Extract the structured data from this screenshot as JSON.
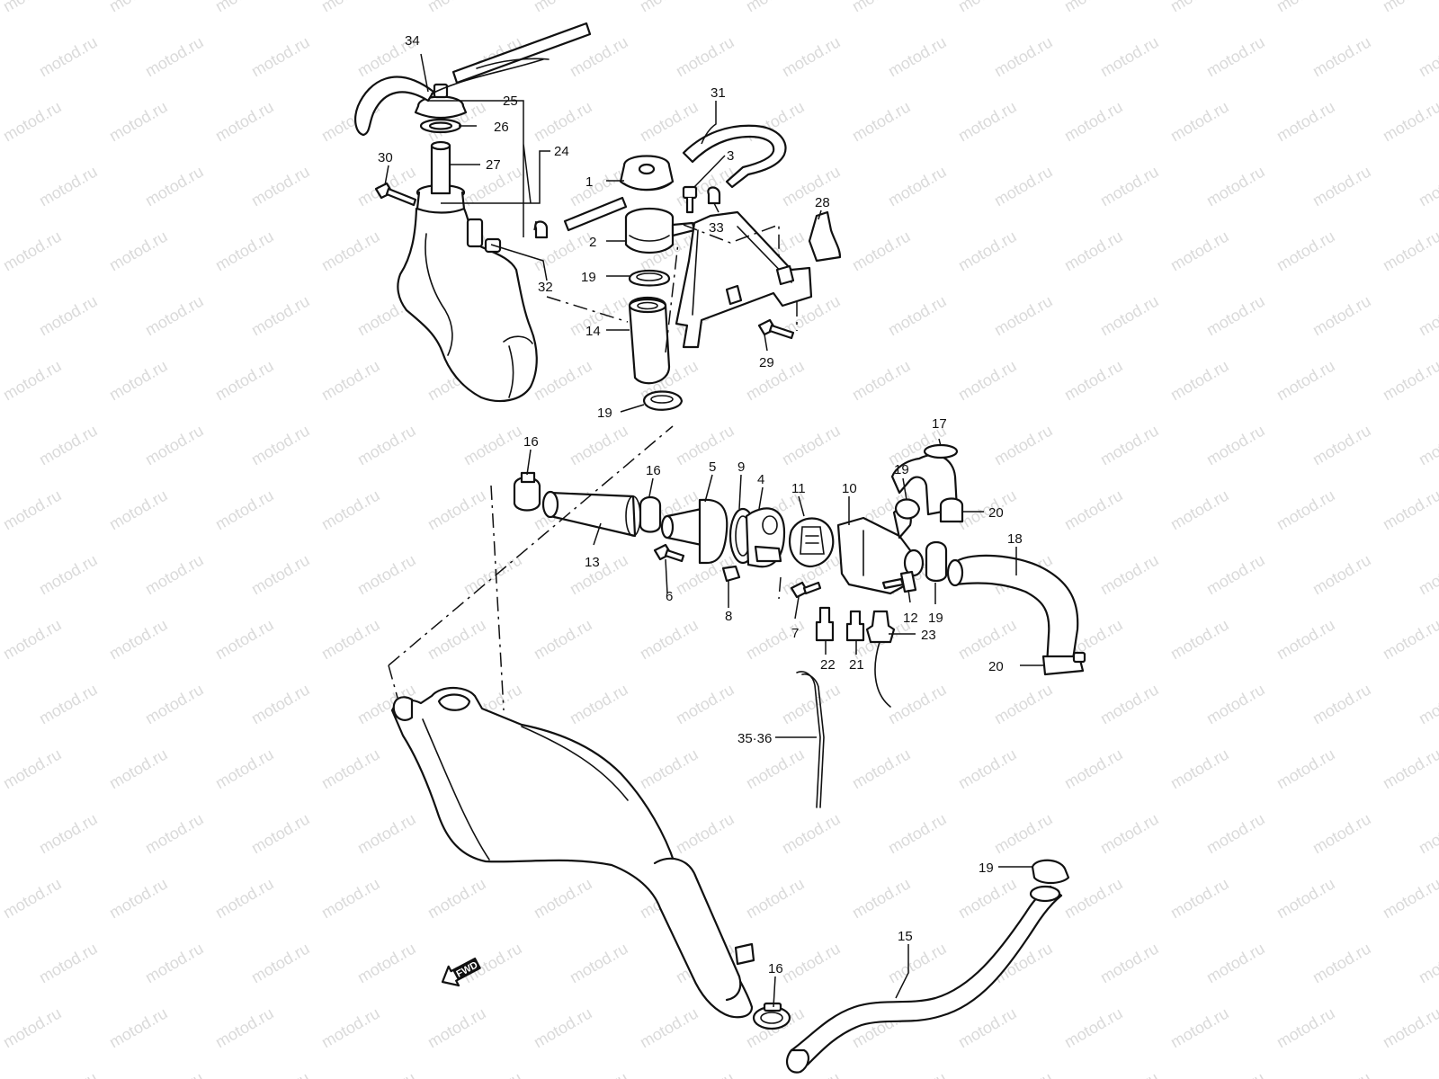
{
  "watermark": "motod.ru",
  "fwd_label": "FWD",
  "callouts": {
    "c1": "1",
    "c2": "2",
    "c3": "3",
    "c4": "4",
    "c5": "5",
    "c6": "6",
    "c7": "7",
    "c8": "8",
    "c9": "9",
    "c10": "10",
    "c11": "11",
    "c12": "12",
    "c13": "13",
    "c14": "14",
    "c15": "15",
    "c16a": "16",
    "c16b": "16",
    "c16c": "16",
    "c17": "17",
    "c18": "18",
    "c19a": "19",
    "c19b": "19",
    "c19c": "19",
    "c19d": "19",
    "c19e": "19",
    "c20a": "20",
    "c20b": "20",
    "c21": "21",
    "c22": "22",
    "c23": "23",
    "c24": "24",
    "c25": "25",
    "c26": "26",
    "c27": "27",
    "c28": "28",
    "c29": "29",
    "c30": "30",
    "c31": "31",
    "c32": "32",
    "c33": "33",
    "c34": "34",
    "c3536": "35·36"
  }
}
